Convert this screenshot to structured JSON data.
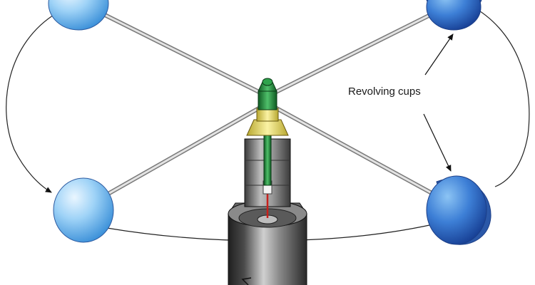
{
  "diagram": {
    "label": "Revolving cups",
    "colors": {
      "cup_light": "#bfe3fb",
      "cup_mid": "#5fb0ec",
      "cup_dark": "#1c54b8",
      "cup_edge": "#2c5aa0",
      "arm": "#d6d6d6",
      "arm_edge": "#7a7a7a",
      "body_dark": "#2f2f2f",
      "body_light": "#c9c9c9",
      "spindle_green": "#1f8a3a",
      "collar_yellow": "#f0e26a",
      "pointer_red": "#c8201c"
    },
    "parts": [
      "cup-top-left",
      "cup-top-right",
      "cup-bottom-left",
      "cup-bottom-right",
      "cross-arms",
      "spindle",
      "housing"
    ]
  }
}
